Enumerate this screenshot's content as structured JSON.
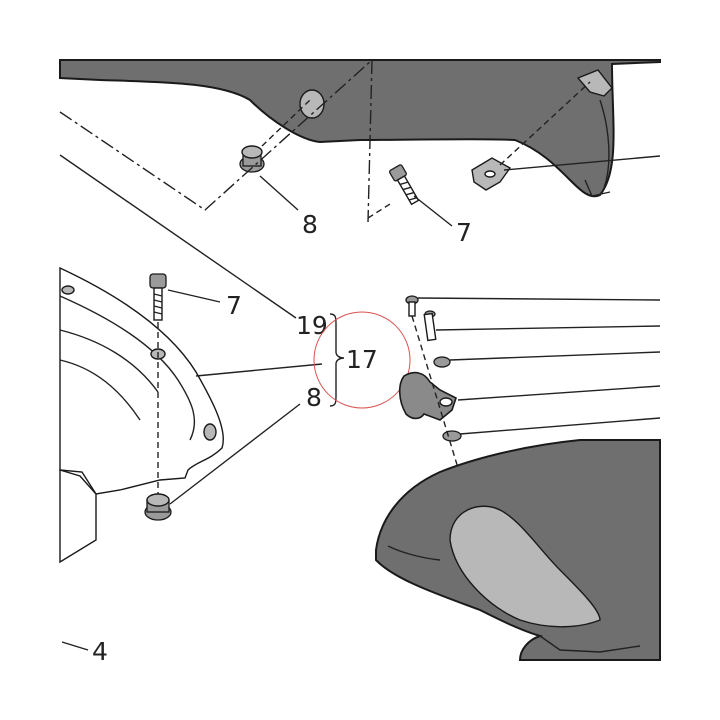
{
  "diagram": {
    "callouts": {
      "bumper_top": "8",
      "screw_top": "7",
      "screw_left": "7",
      "item_19": "19",
      "item_17": "17",
      "bumper_left": "8",
      "item_4": "4"
    },
    "highlight_color": "#d9534f",
    "part_fill_dark": "#6f6f6f",
    "line_color": "#222222"
  }
}
